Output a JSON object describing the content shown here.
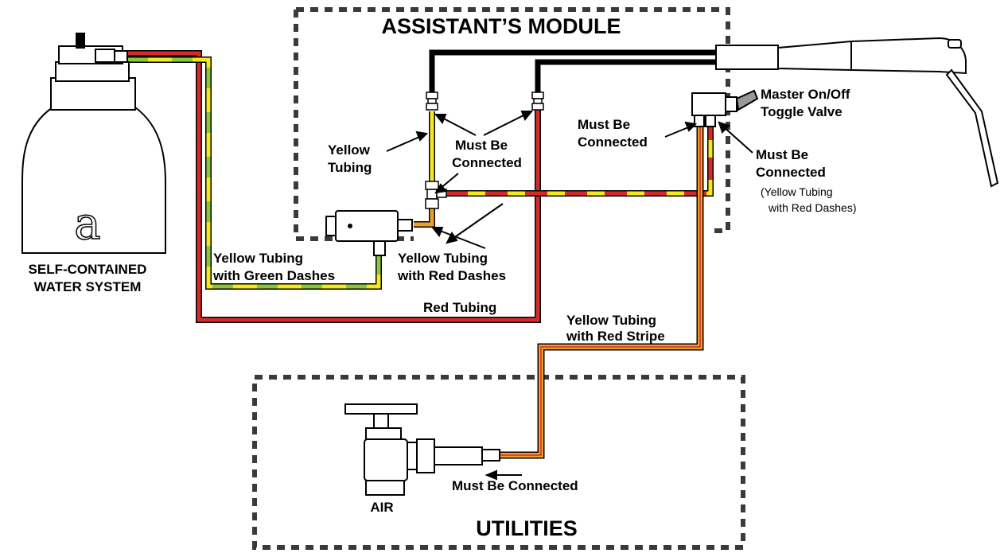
{
  "modules": {
    "assistant_title": "ASSISTANT’S MODULE",
    "utilities_title": "UTILITIES"
  },
  "bottle": {
    "label_line1": "SELF-CONTAINED",
    "label_line2": "WATER SYSTEM",
    "logo_glyph": "a"
  },
  "labels": {
    "yellow_tubing_1": "Yellow",
    "yellow_tubing_2": "Tubing",
    "must_be_connected_center_1": "Must Be",
    "must_be_connected_center_2": "Connected",
    "must_be_connected_left_1": "Must Be",
    "must_be_connected_left_2": "Connected",
    "must_be_connected_right_1": "Must Be",
    "must_be_connected_right_2": "Connected",
    "yellow_red_dashes_note_1": "(Yellow Tubing",
    "yellow_red_dashes_note_2": "with Red Dashes)",
    "master_toggle_1": "Master On/Off",
    "master_toggle_2": "Toggle Valve",
    "yellow_green_dashes_1": "Yellow Tubing",
    "yellow_green_dashes_2": "with Green Dashes",
    "yellow_red_dashes_1": "Yellow Tubing",
    "yellow_red_dashes_2": "with Red Dashes",
    "red_tubing": "Red Tubing",
    "yellow_red_stripe_1": "Yellow Tubing",
    "yellow_red_stripe_2": "with Red Stripe",
    "must_be_connected_air": "Must Be Connected",
    "air": "AIR"
  },
  "colors": {
    "red": "#d42a2a",
    "yellow": "#f2ea1c",
    "green": "#8cc63f",
    "orange": "#f0a02a",
    "black": "#000000",
    "dash_border": "#3a3a3a"
  }
}
